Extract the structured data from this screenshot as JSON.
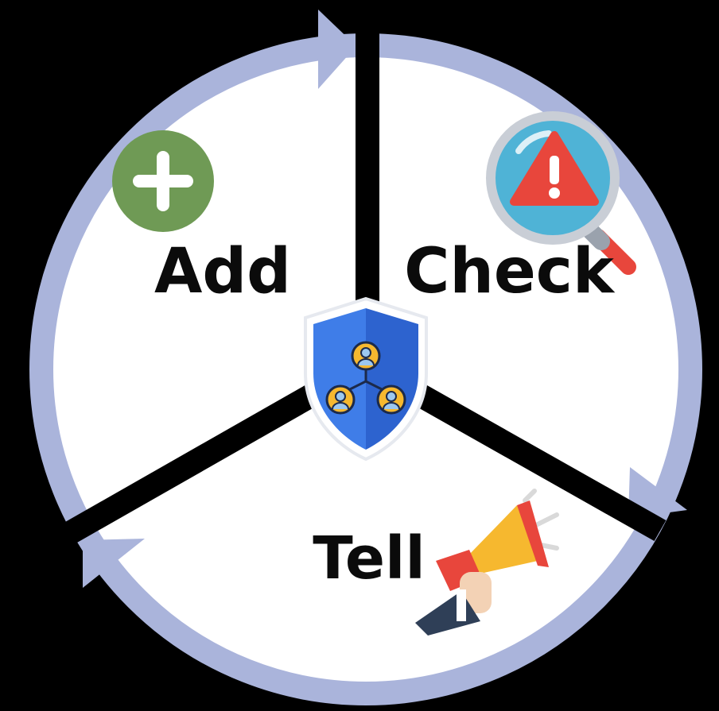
{
  "diagram": {
    "segments": [
      {
        "id": "add",
        "label": "Add",
        "icon": "plus-circle-icon"
      },
      {
        "id": "check",
        "label": "Check",
        "icon": "magnifier-warning-icon"
      },
      {
        "id": "tell",
        "label": "Tell",
        "icon": "megaphone-icon"
      }
    ],
    "center_icon": "shield-network-icon",
    "colors": {
      "background": "#000000",
      "ring": "#aab4db",
      "segment_fill": "#ffffff",
      "divider": "#000000",
      "text": "#0b0b0b",
      "add_icon": "#6f9a55",
      "shield": "#3f7de8",
      "shield_dark": "#2d63cf",
      "warning": "#e8463c",
      "megaphone": "#f6b82f"
    }
  }
}
